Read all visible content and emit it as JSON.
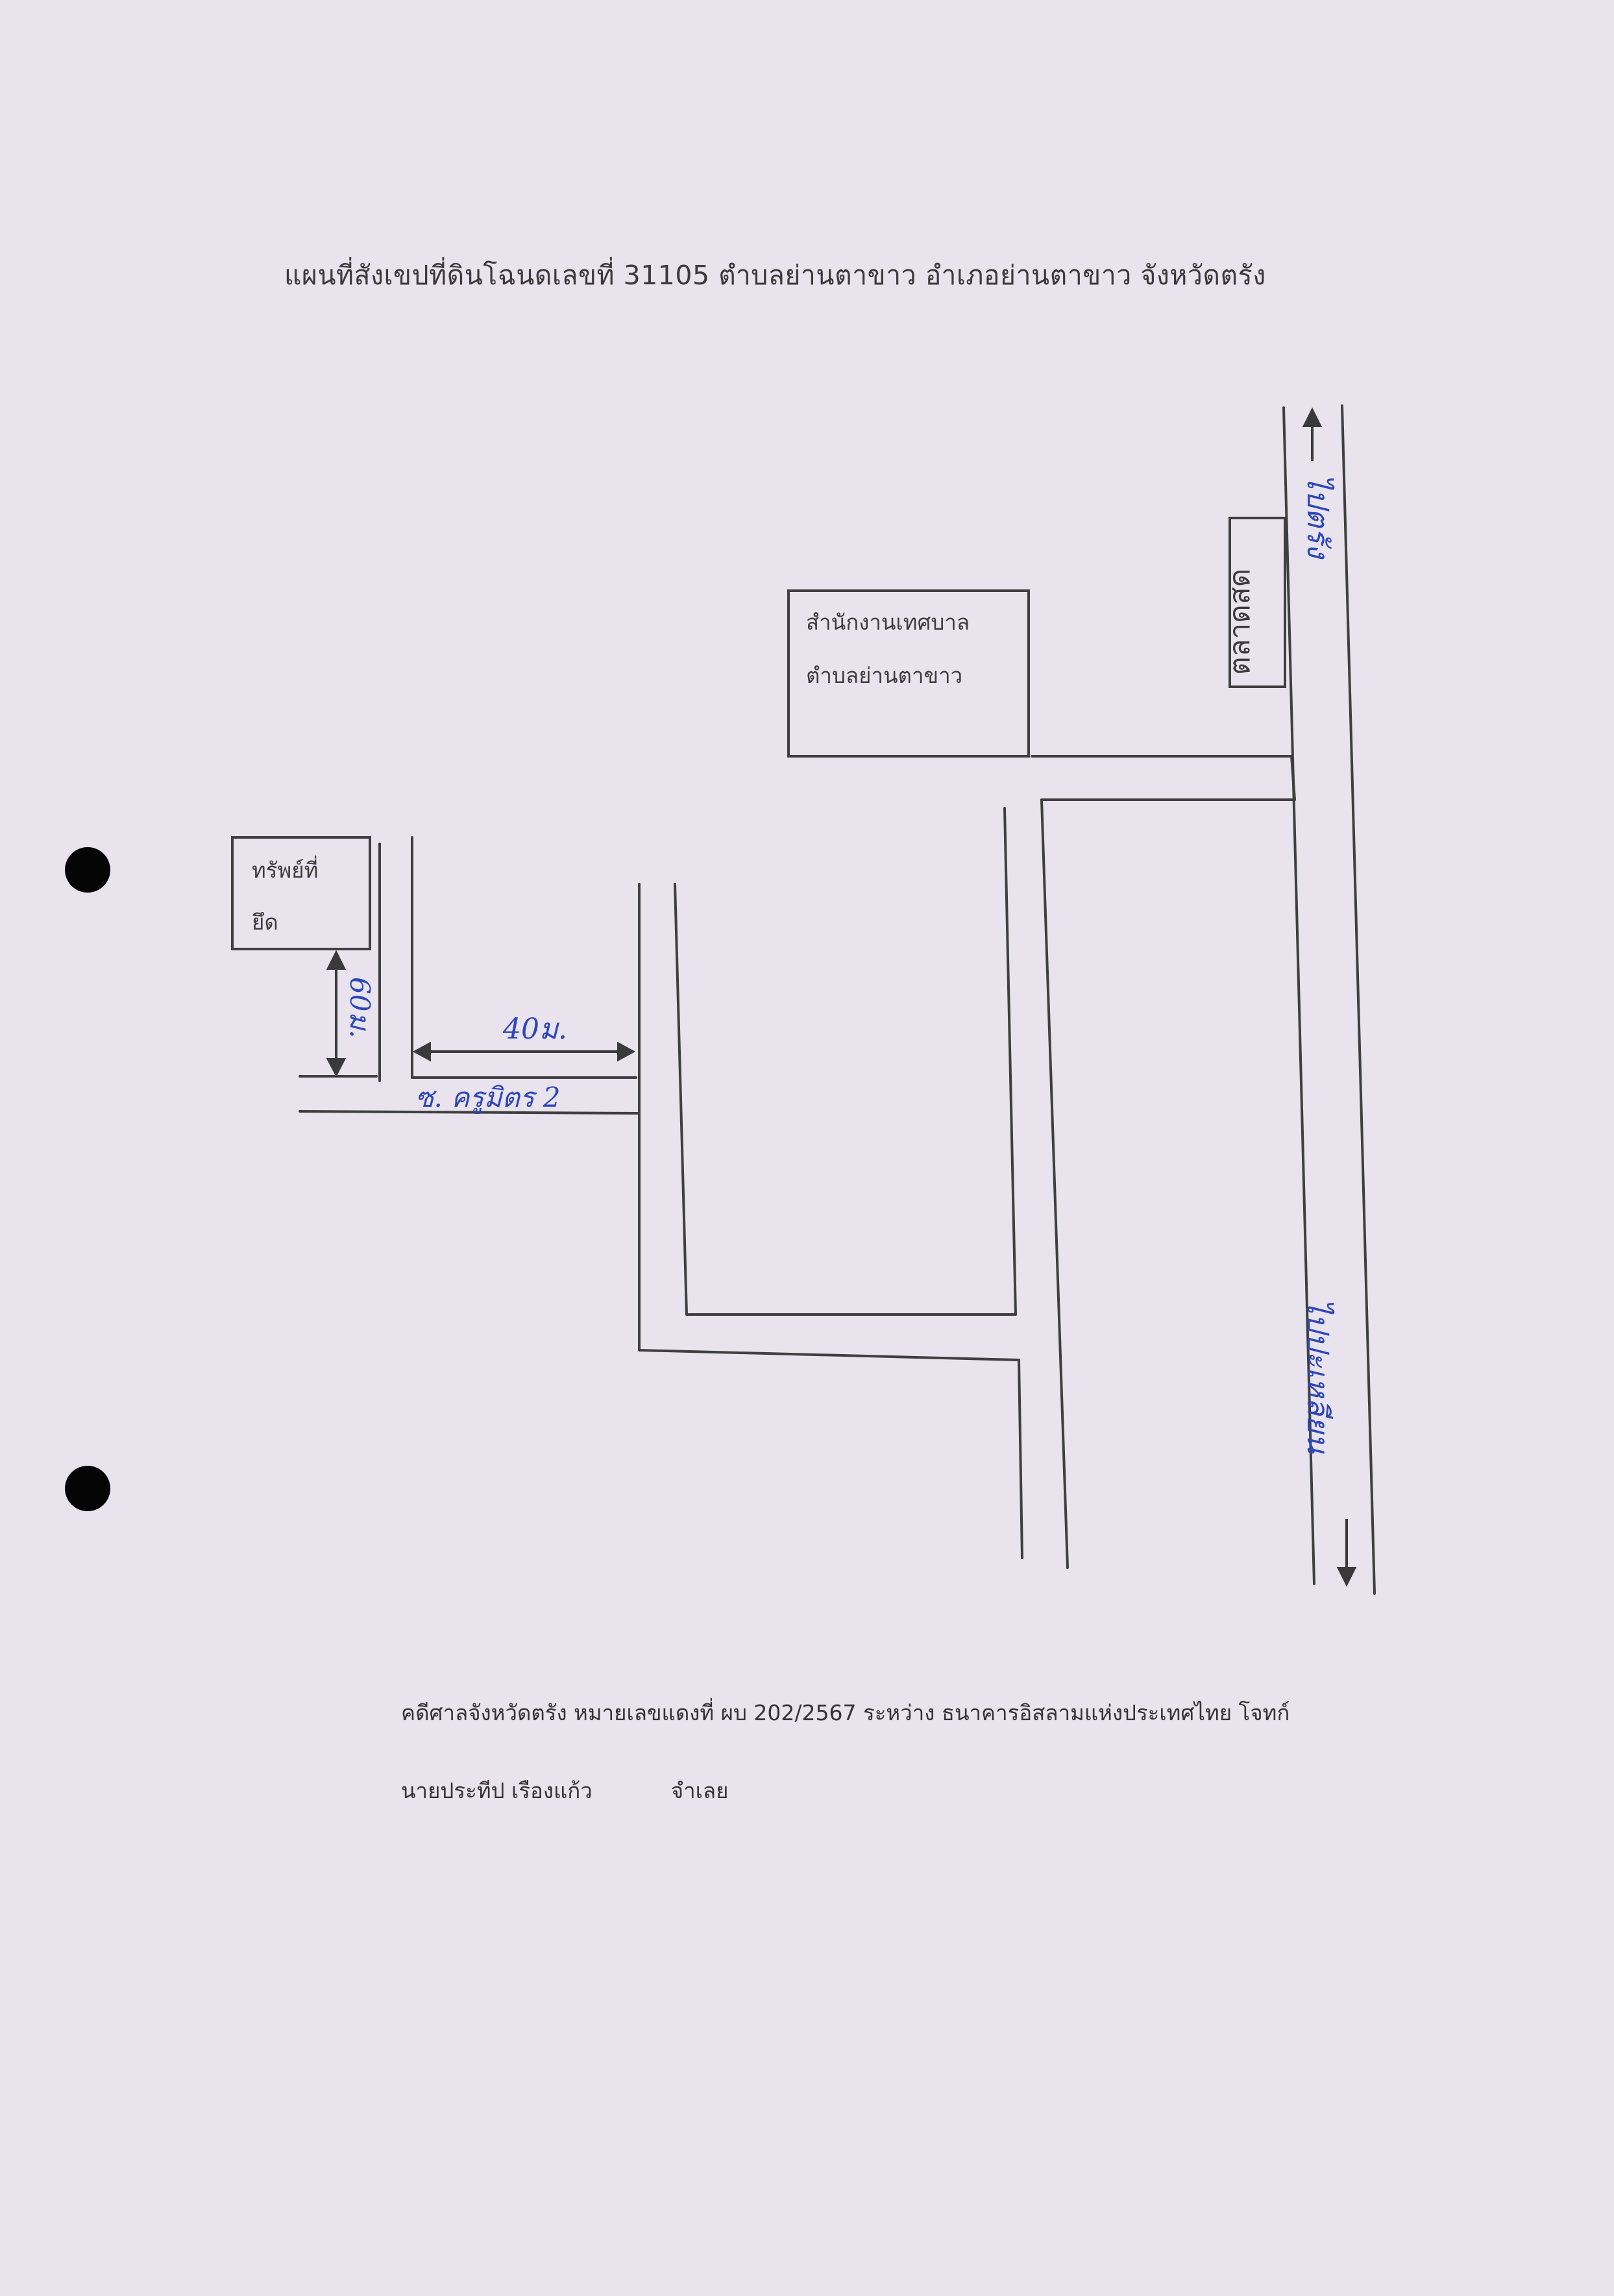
{
  "title": "แผนที่สังเขปที่ดินโฉนดเลขที่ 31105  ตำบลย่านตาขาว  อำเภอย่านตาขาว  จังหวัดตรัง",
  "map": {
    "office_box": {
      "line1": "สำนักงานเทศบาล",
      "line2": "ตำบลย่านตาขาว"
    },
    "property_box": {
      "line1": "ทรัพย์ที่",
      "line2": "ยึด"
    },
    "market_label": "ตลาดสด",
    "road_label_north": "ไปตรัง",
    "road_label_south": "ไปปะเหลียน",
    "soi_label": "ซ. ครูมิตร 2",
    "distance_horizontal": "40ม.",
    "distance_vertical": "60ม."
  },
  "footer": {
    "line1": "คดีศาลจังหวัดตรัง หมายเลขแดงที่ ผบ 202/2567 ระหว่าง ธนาคารอิสลามแห่งประเทศไทย  โจทก์",
    "line2_name": "นายประทีป  เรืองแก้ว",
    "line2_role": "จำเลย"
  }
}
